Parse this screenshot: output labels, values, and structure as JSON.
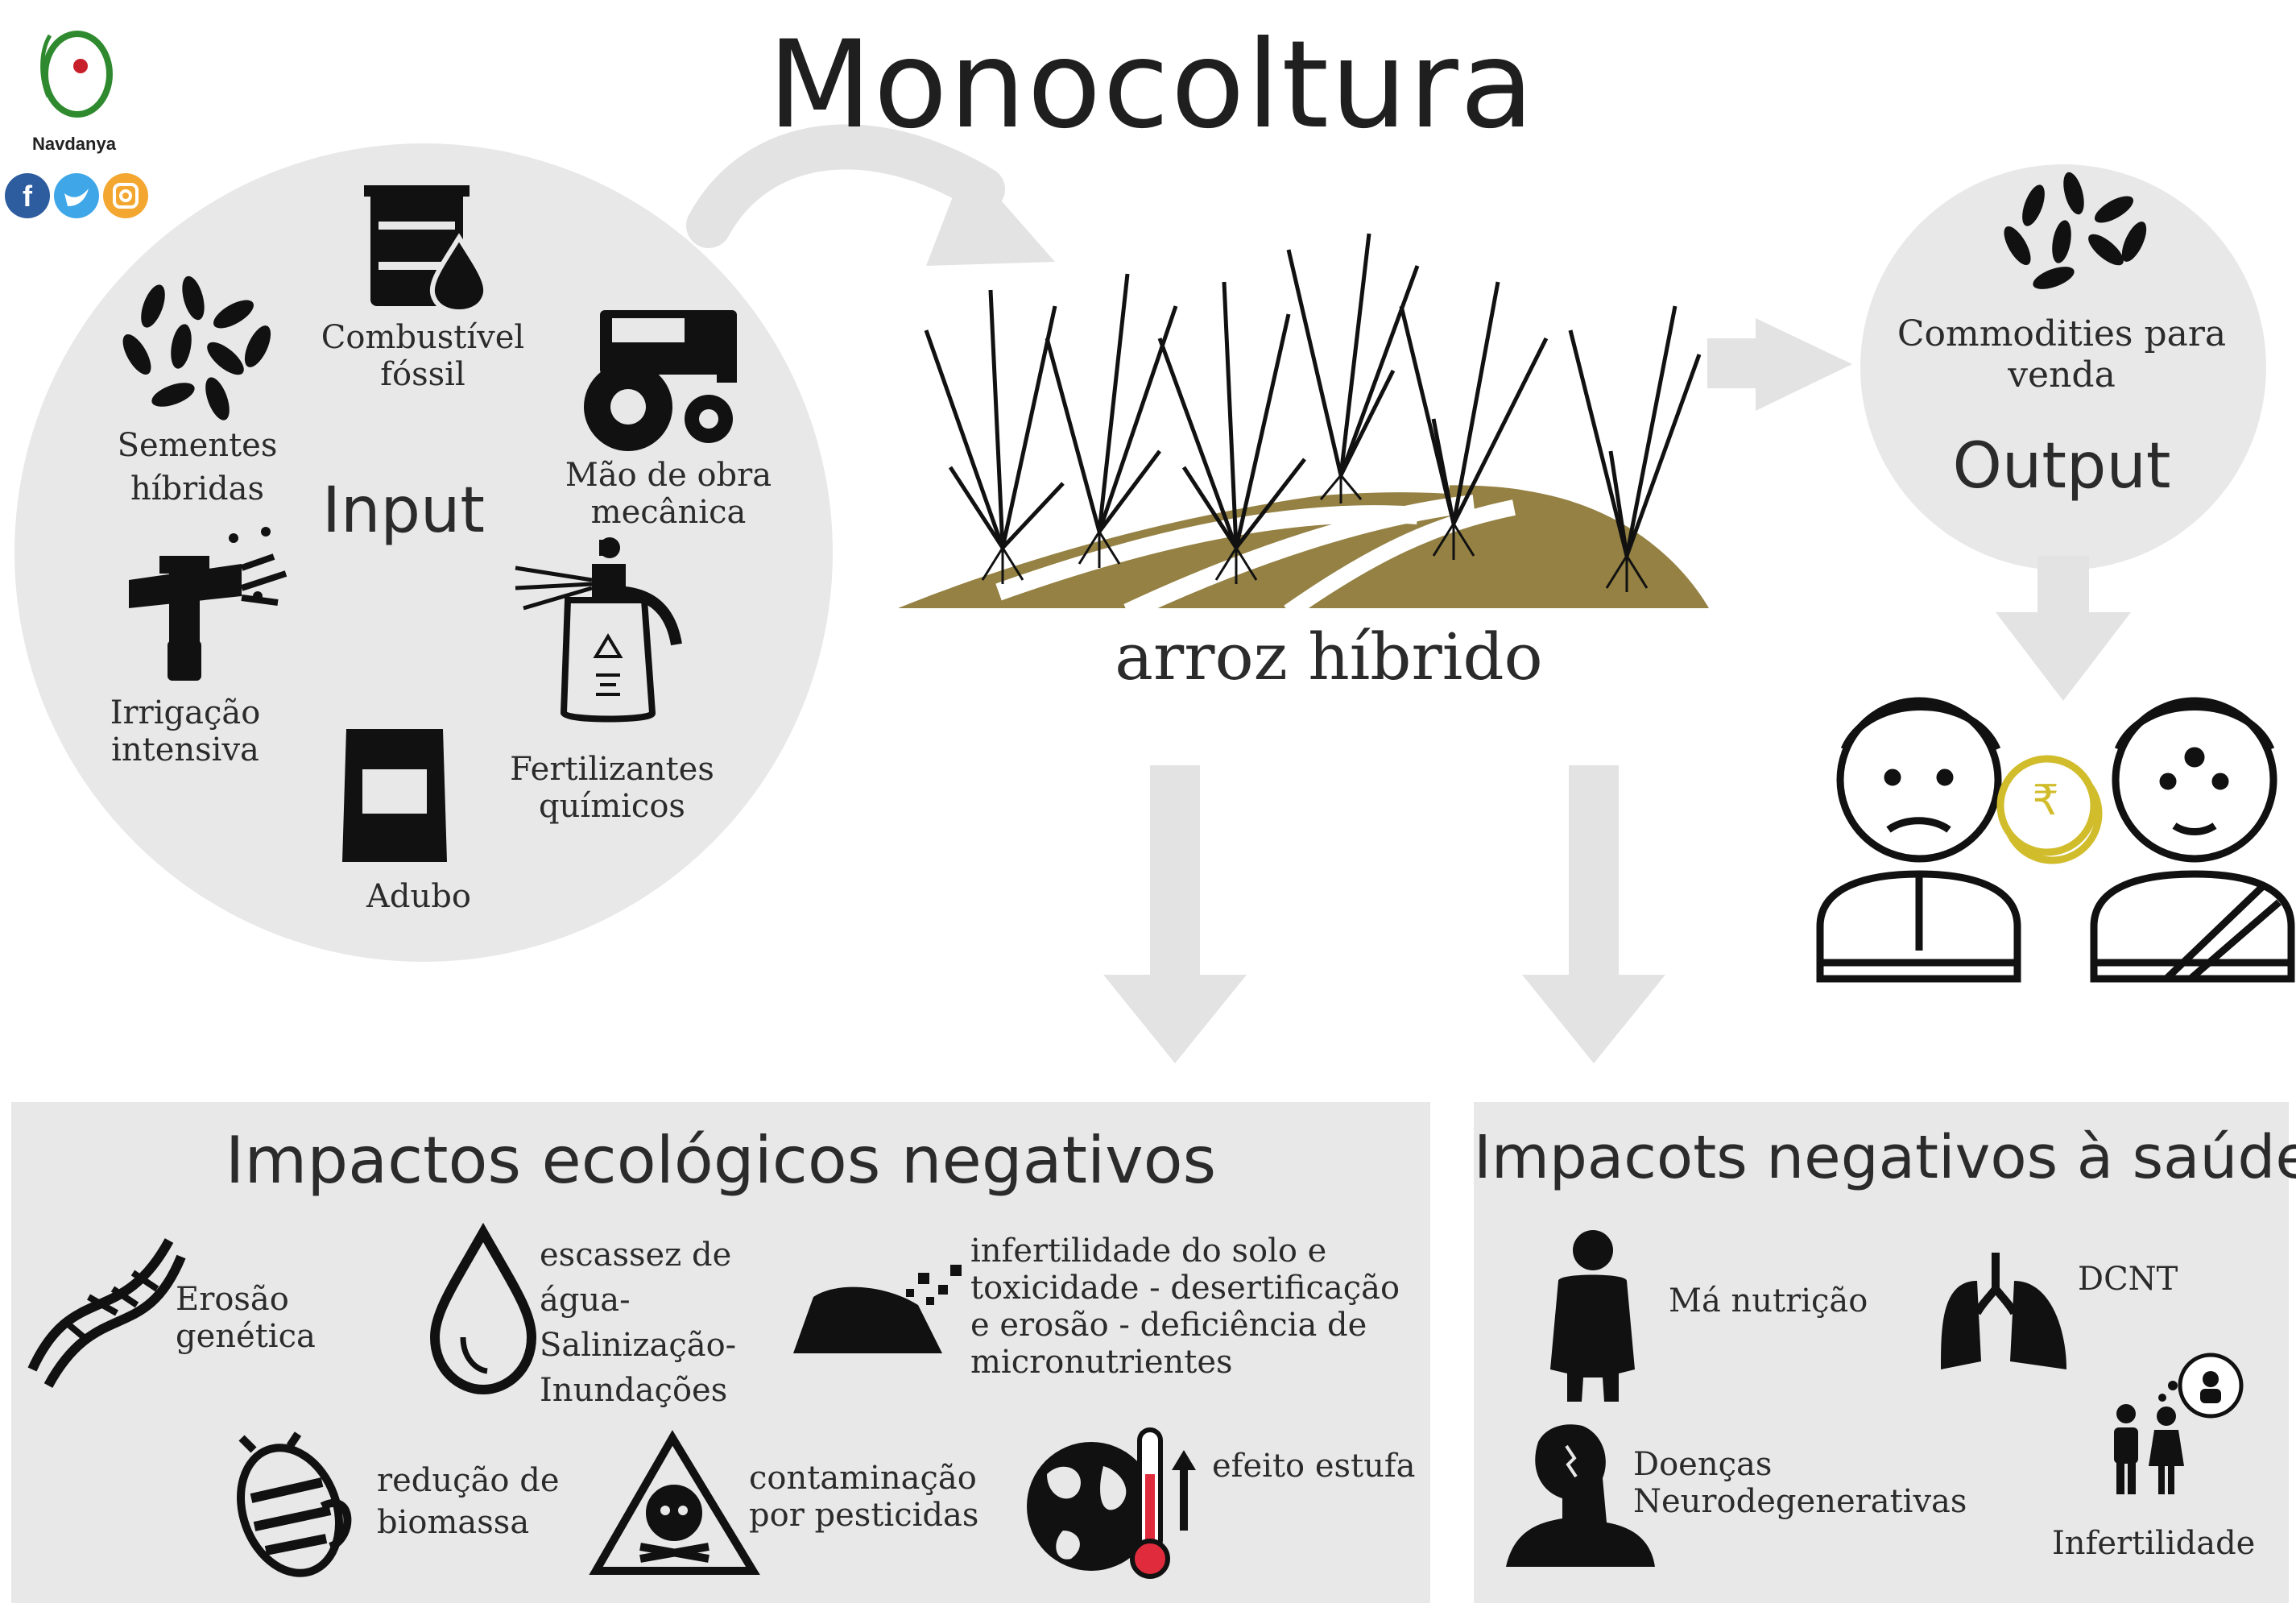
{
  "brand": {
    "name": "Navdanya",
    "socials": [
      "facebook-icon",
      "twitter-icon",
      "instagram-icon"
    ]
  },
  "title": "Monocoltura",
  "input": {
    "label": "Input",
    "items": [
      {
        "label_lines": [
          "Sementes",
          "híbridas"
        ],
        "icon": "seeds-icon"
      },
      {
        "label_lines": [
          "Combustível",
          "fóssil"
        ],
        "icon": "fuel-barrel-icon"
      },
      {
        "label_lines": [
          "Mão de obra",
          "mecânica"
        ],
        "icon": "tractor-icon"
      },
      {
        "label_lines": [
          "Irrigação",
          "intensiva"
        ],
        "icon": "sprinkler-icon"
      },
      {
        "label_lines": [
          "Fertilizantes",
          "químicos"
        ],
        "icon": "spray-bottle-icon"
      },
      {
        "label_lines": [
          "Adubo"
        ],
        "icon": "fertilizer-bag-icon"
      }
    ]
  },
  "crop": {
    "label": "arroz híbrido"
  },
  "output": {
    "label": "Output",
    "desc_lines": [
      "Commodities para",
      "venda"
    ],
    "icon": "seeds-icon"
  },
  "currency_symbol": "₹",
  "ecological": {
    "title": "Impactos ecológicos negativos",
    "items": [
      {
        "icon": "dna-icon",
        "label_lines": [
          "Erosão",
          "genética"
        ]
      },
      {
        "icon": "water-drop-icon",
        "label_lines": [
          "escassez de",
          "água-",
          "Salinização-",
          "Inundações"
        ]
      },
      {
        "icon": "soil-pile-icon",
        "label_lines": [
          "infertilidade do solo e",
          "toxicidade - desertificação",
          "e erosão  - deficiência de",
          "micronutrientes"
        ]
      },
      {
        "icon": "bee-icon",
        "label_lines": [
          "redução de",
          "biomassa"
        ]
      },
      {
        "icon": "skull-warning-icon",
        "label_lines": [
          "contaminação",
          "por pesticidas"
        ]
      },
      {
        "icon": "globe-thermometer-icon",
        "label_lines": [
          "efeito estufa"
        ]
      }
    ]
  },
  "health": {
    "title": "Impacots negativos à saúde",
    "items": [
      {
        "icon": "person-icon",
        "label_lines": [
          "Má nutrição"
        ]
      },
      {
        "icon": "lungs-icon",
        "label_lines": [
          "DCNT"
        ]
      },
      {
        "icon": "head-brain-icon",
        "label_lines": [
          "Doenças",
          "Neurodegenerativas"
        ]
      },
      {
        "icon": "couple-baby-icon",
        "label_lines": [
          "Infertilidade"
        ]
      }
    ]
  },
  "colors": {
    "panel": "#e8e8e8",
    "arrow": "#e3e3e3",
    "soil": "#948143",
    "coin": "#d1bc2b",
    "thermo_red": "#e02b3c",
    "dark": "#111111"
  }
}
